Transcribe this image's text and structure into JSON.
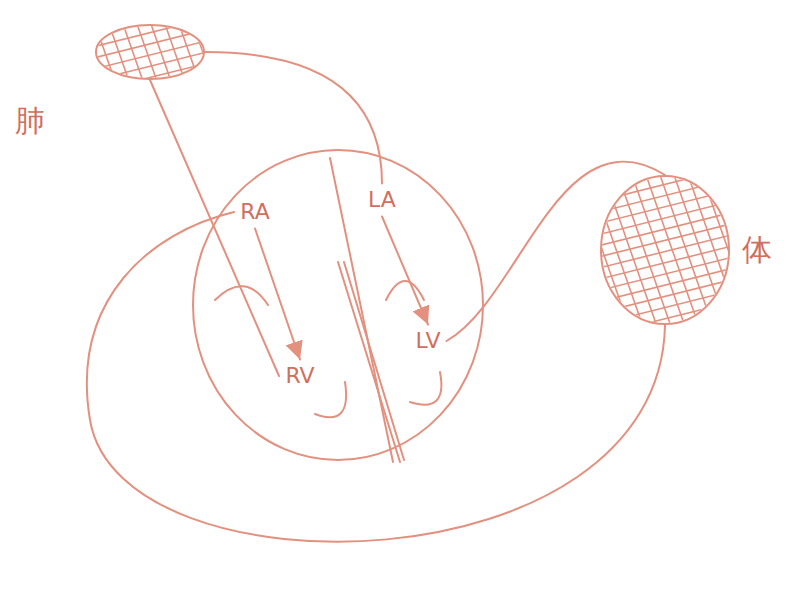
{
  "diagram": {
    "nodes": [
      {
        "text": [
          "肺"
        ]
      },
      {
        "text": [
          "RA"
        ]
      },
      {
        "text": [
          "LA"
        ]
      },
      {
        "text": [
          "RV"
        ]
      },
      {
        "text": [
          "LV"
        ]
      },
      {
        "text": [
          "体"
        ]
      }
    ],
    "edges": [
      {
        "from": 0,
        "to": 2,
        "arrow": "none"
      },
      {
        "from": 2,
        "to": 4,
        "arrow": "to"
      },
      {
        "from": 4,
        "to": 5,
        "arrow": "none"
      },
      {
        "from": 5,
        "to": 1,
        "arrow": "none"
      },
      {
        "from": 1,
        "to": 3,
        "arrow": "to"
      },
      {
        "from": 3,
        "to": 0,
        "arrow": "none"
      }
    ]
  }
}
